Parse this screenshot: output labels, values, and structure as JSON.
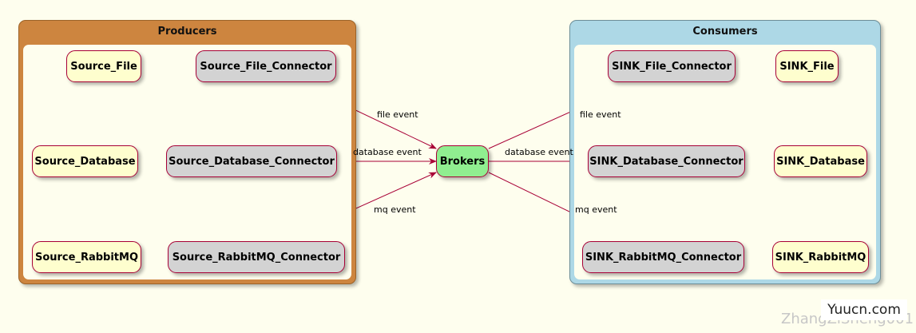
{
  "producers": {
    "title": "Producers",
    "sources": [
      "Source_File",
      "Source_Database",
      "Source_RabbitMQ"
    ],
    "connectors": [
      "Source_File_Connector",
      "Source_Database_Connector",
      "Source_RabbitMQ_Connector"
    ]
  },
  "broker": {
    "label": "Brokers"
  },
  "consumers": {
    "title": "Consumers",
    "connectors": [
      "SINK_File_Connector",
      "SINK_Database_Connector",
      "SINK_RabbitMQ_Connector"
    ],
    "sinks": [
      "SINK_File",
      "SINK_Database",
      "SINK_RabbitMQ"
    ]
  },
  "edge_labels": {
    "in_file": "file event",
    "in_database": "database event",
    "in_mq": "mq event",
    "out_file": "file event",
    "out_database": "database event",
    "out_mq": "mq event"
  },
  "watermark": {
    "author": "ZhangZiSheng001",
    "brand": "Yuucn.com"
  },
  "colors": {
    "edge": "#a80036",
    "producers_bg": "#cd853f",
    "consumers_bg": "#add8e6",
    "source_bg": "#fefece",
    "connector_bg": "#d3d3d3",
    "broker_bg": "#90ee90"
  }
}
